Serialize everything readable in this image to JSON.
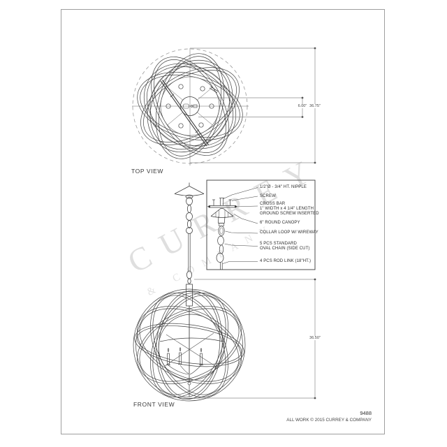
{
  "watermark": {
    "line1": "CURREY",
    "line2": "& COMPANY"
  },
  "top_view": {
    "label": "TOP VIEW",
    "dim_canopy": "6.00\"",
    "dim_diameter": "36.75\""
  },
  "front_view": {
    "label": "FRONT VIEW",
    "dim_height": "36.50\""
  },
  "detail_labels": [
    "1/2\"Ø - 3/4\" HT. NIPPLE",
    "SCREW",
    "CROSS BAR\n1\" WIDTH x 4 1/4\" LENGTH\nGROUND SCREW INSERTED",
    "6\" ROUND CANOPY",
    "COLLAR LOOP W/ WIREWAY",
    "5 PCS STANDARD\nOVAL CHAIN (SIDE CUT)",
    "4 PCS ROD LINK (18\"HT.)"
  ],
  "footer": {
    "product_number": "9488",
    "copyright": "ALL WORK © 2015 CURREY & COMPANY"
  }
}
